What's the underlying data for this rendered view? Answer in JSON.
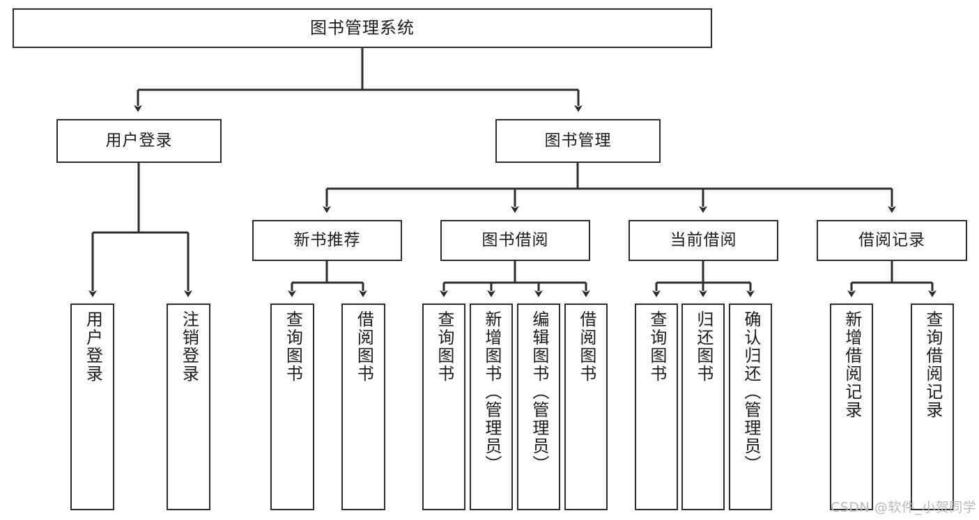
{
  "diagram": {
    "title": "图书管理系统",
    "type": "hierarchy-tree",
    "orientation": "top-down",
    "colors": {
      "stroke": "#2b2b2b",
      "fill": "#ffffff",
      "text": "#1a1a1a",
      "watermark": "#b9b9b9"
    },
    "levels": [
      {
        "level": 1,
        "nodes": [
          {
            "id": "root",
            "label": "图书管理系统",
            "text_direction": "horizontal"
          }
        ]
      },
      {
        "level": 2,
        "nodes": [
          {
            "id": "login",
            "label": "用户登录",
            "text_direction": "horizontal",
            "parent": "root"
          },
          {
            "id": "bookmgmt",
            "label": "图书管理",
            "text_direction": "horizontal",
            "parent": "root"
          }
        ]
      },
      {
        "level": 3,
        "nodes": [
          {
            "id": "newbook",
            "label": "新书推荐",
            "text_direction": "horizontal",
            "parent": "bookmgmt"
          },
          {
            "id": "borrow",
            "label": "图书借阅",
            "text_direction": "horizontal",
            "parent": "bookmgmt"
          },
          {
            "id": "current",
            "label": "当前借阅",
            "text_direction": "horizontal",
            "parent": "bookmgmt"
          },
          {
            "id": "records",
            "label": "借阅记录",
            "text_direction": "horizontal",
            "parent": "bookmgmt"
          }
        ]
      },
      {
        "level": 4,
        "nodes": [
          {
            "id": "leaf1",
            "label": "用户登录",
            "text_direction": "vertical",
            "parent": "login"
          },
          {
            "id": "leaf2",
            "label": "注销登录",
            "text_direction": "vertical",
            "parent": "login"
          },
          {
            "id": "leaf3",
            "label": "查询图书",
            "text_direction": "vertical",
            "parent": "newbook"
          },
          {
            "id": "leaf4",
            "label": "借阅图书",
            "text_direction": "vertical",
            "parent": "newbook"
          },
          {
            "id": "leaf5",
            "label": "查询图书",
            "text_direction": "vertical",
            "parent": "borrow"
          },
          {
            "id": "leaf6",
            "label": "新增图书（管理员）",
            "text_direction": "vertical",
            "parent": "borrow"
          },
          {
            "id": "leaf7",
            "label": "编辑图书（管理员）",
            "text_direction": "vertical",
            "parent": "borrow"
          },
          {
            "id": "leaf8",
            "label": "借阅图书",
            "text_direction": "vertical",
            "parent": "borrow"
          },
          {
            "id": "leaf9",
            "label": "查询图书",
            "text_direction": "vertical",
            "parent": "current"
          },
          {
            "id": "leaf10",
            "label": "归还图书",
            "text_direction": "vertical",
            "parent": "current"
          },
          {
            "id": "leaf11",
            "label": "确认归还（管理员）",
            "text_direction": "vertical",
            "parent": "current"
          },
          {
            "id": "leaf12",
            "label": "新增借阅记录",
            "text_direction": "vertical",
            "parent": "records"
          },
          {
            "id": "leaf13",
            "label": "查询借阅记录",
            "text_direction": "vertical",
            "parent": "records"
          }
        ]
      }
    ]
  },
  "watermark": {
    "text": "CSDN @软件_小贺同学"
  }
}
